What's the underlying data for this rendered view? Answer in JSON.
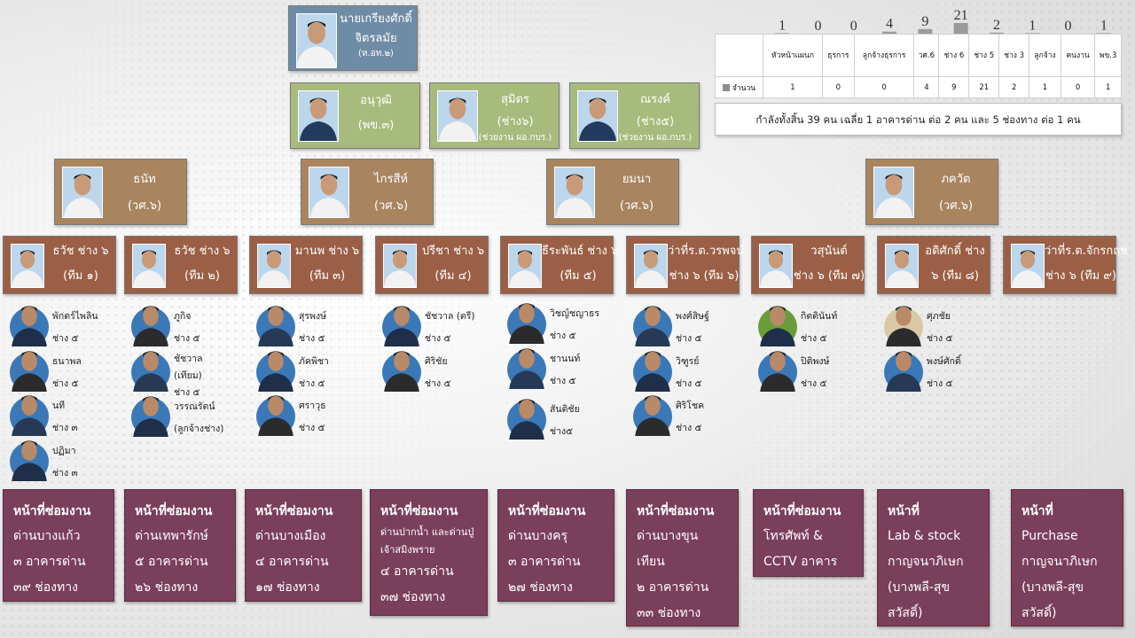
{
  "colors": {
    "head": "#6f8ca6",
    "green": "#a7bb7c",
    "tan": "#a8855f",
    "brown": "#9b5f45",
    "duty": "#7a3f5a",
    "avatar_bg": "#3b78b8"
  },
  "head": {
    "lines": [
      "นายเกรียงศักดิ์",
      "จิตรลมัย",
      "(ห.อท.๒)"
    ]
  },
  "deputies": [
    {
      "lines": [
        "อนุวุฒิ",
        "(พข.๓)"
      ]
    },
    {
      "lines": [
        "สุมิตร",
        "(ช่าง๖)",
        "(ช่วยงาน ผอ.กบร.)"
      ]
    },
    {
      "lines": [
        "ณรงค์",
        "(ช่าง๕)",
        "(ช่วยงาน ผอ.กบร.)"
      ]
    }
  ],
  "supervisors": [
    {
      "lines": [
        "ธนัท",
        "(วศ.๖)"
      ]
    },
    {
      "lines": [
        "ไกรสีห์",
        "(วศ.๖)"
      ]
    },
    {
      "lines": [
        "ยมนา",
        "(วศ.๖)"
      ]
    },
    {
      "lines": [
        "ภควัต",
        "(วศ.๖)"
      ]
    }
  ],
  "teams": [
    {
      "lines": [
        "ธวัช ช่าง ๖",
        "(ทีม ๑)"
      ],
      "members": [
        {
          "lines": [
            "พักตร์ไพลิน",
            "ช่าง ๕"
          ]
        },
        {
          "lines": [
            "ธนาพล",
            "ช่าง ๕"
          ]
        },
        {
          "lines": [
            "นที",
            "ช่าง ๓"
          ]
        },
        {
          "lines": [
            "ปฏิมา",
            "ช่าง ๓"
          ]
        }
      ]
    },
    {
      "lines": [
        "ธวัช ช่าง ๖",
        "(ทีม ๒)"
      ],
      "members": [
        {
          "lines": [
            "ภูกิจ",
            "ช่าง ๕"
          ]
        },
        {
          "lines": [
            "ชัชวาล",
            "(เทียม)",
            "ช่าง ๕"
          ]
        },
        {
          "lines": [
            "วรรณรัตน์",
            "(ลูกจ้างช่าง)"
          ]
        }
      ]
    },
    {
      "lines": [
        "มานพ ช่าง ๖",
        "(ทีม ๓)"
      ],
      "members": [
        {
          "lines": [
            "สุรพงษ์",
            "ช่าง ๕"
          ]
        },
        {
          "lines": [
            "ภัคพิชา",
            "ช่าง ๕"
          ]
        },
        {
          "lines": [
            "ศราวุธ",
            "ช่าง ๕"
          ]
        }
      ]
    },
    {
      "lines": [
        "ปรีชา ช่าง ๖",
        "(ทีม ๔)"
      ],
      "members": [
        {
          "lines": [
            "ชัชวาล (ตรี)",
            "ช่าง ๕"
          ]
        },
        {
          "lines": [
            "ศิริชัย",
            "ช่าง ๕"
          ]
        }
      ]
    },
    {
      "lines": [
        "ธีระพันธ์ ช่าง ๖",
        "(ทีม ๕)"
      ],
      "members": [
        {
          "lines": [
            "วิชญ์ชญาธร",
            "ช่าง ๕"
          ]
        },
        {
          "lines": [
            "ชานนท์",
            "ช่าง ๕"
          ]
        },
        {
          "lines": [
            "สันติชัย",
            "ช่าง๕"
          ]
        }
      ]
    },
    {
      "lines": [
        "ว่าที่ร.ต.วรพจน์",
        "ช่าง ๖ (ทีม ๖)"
      ],
      "members": [
        {
          "lines": [
            "พงศ์สิษฐ์",
            "ช่าง ๕"
          ]
        },
        {
          "lines": [
            "วิฑูรย์",
            "ช่าง ๕"
          ]
        },
        {
          "lines": [
            "ศิริโชค",
            "ช่าง ๕"
          ]
        }
      ]
    },
    {
      "lines": [
        "วสุนันต์",
        "ช่าง ๖ (ทีม ๗)"
      ],
      "members": [
        {
          "lines": [
            "กิตตินันท์",
            "ช่าง ๕"
          ]
        },
        {
          "lines": [
            "ปิติพงษ์",
            "ช่าง ๕"
          ]
        }
      ]
    },
    {
      "lines": [
        "อดิศักดิ์ ช่าง",
        "๖ (ทีม ๘)"
      ],
      "members": [
        {
          "lines": [
            "ศุภชัย",
            "ช่าง ๕"
          ]
        },
        {
          "lines": [
            "พงษ์ศักดิ์",
            "ช่าง ๕"
          ]
        }
      ]
    },
    {
      "lines": [
        "ว่าที่ร.ต.จักรกฤช",
        "ช่าง ๖ (ทีม ๙)"
      ],
      "members": []
    }
  ],
  "duties": [
    {
      "title": "หน้าที่ซ่อมงาน",
      "lines": [
        "ด่านบางแก้ว",
        "๓ อาคารด่าน",
        "๓๙ ช่องทาง"
      ]
    },
    {
      "title": "หน้าที่ซ่อมงาน",
      "lines": [
        "ด่านเทพารักษ์",
        "๕ อาคารด่าน",
        "๒๖ ช่องทาง"
      ]
    },
    {
      "title": "หน้าที่ซ่อมงาน",
      "lines": [
        "ด่านบางเมือง",
        "๔ อาคารด่าน",
        "๑๗ ช่องทาง"
      ]
    },
    {
      "title": "หน้าที่ซ่อมงาน",
      "lines": [
        "ด่านปากน้ำ และด่านปู่",
        "เจ้าสมิงพราย",
        "๔ อาคารด่าน",
        "๓๗ ช่องทาง"
      ]
    },
    {
      "title": "หน้าที่ซ่อมงาน",
      "lines": [
        "ด่านบางครุ",
        "๓ อาคารด่าน",
        "๒๗ ช่องทาง"
      ]
    },
    {
      "title": "หน้าที่ซ่อมงาน",
      "lines": [
        "ด่านบางขุน",
        "เทียน",
        "๒ อาคารด่าน",
        "๓๓ ช่องทาง"
      ]
    },
    {
      "title": "หน้าที่ซ่อมงาน",
      "lines": [
        "โทรศัพท์ &",
        "CCTV อาคาร"
      ]
    },
    {
      "title": "หน้าที่",
      "lines": [
        "Lab & stock",
        "กาญจนาภิเษก",
        "(บางพลี-สุข",
        "สวัสดิ์)"
      ]
    },
    {
      "title": "หน้าที่",
      "lines": [
        "Purchase",
        "กาญจนาภิเษก",
        "(บางพลี-สุข",
        "สวัสดิ์)"
      ]
    }
  ],
  "chart_data": {
    "type": "bar",
    "categories": [
      "หัวหน้าแผนก",
      "ธุรการ",
      "ลูกจ้างธุรการ",
      "วศ.6",
      "ช่าง 6",
      "ช่าง 5",
      "ช่าง 3",
      "ลูกจ้าง",
      "คนงาน",
      "พข.3"
    ],
    "series": [
      {
        "name": "จำนวน",
        "values": [
          1,
          0,
          0,
          4,
          9,
          21,
          2,
          1,
          0,
          1
        ]
      }
    ],
    "table_values": [
      "1",
      "0",
      "0",
      "4",
      "9",
      "21",
      "2",
      "1",
      "0",
      "1"
    ]
  },
  "summary": "กำลังทั้งสิ้น 39 คน เฉลี่ย 1 อาคารด่าน ต่อ 2 คน และ 5 ช่องทาง ต่อ 1 คน"
}
